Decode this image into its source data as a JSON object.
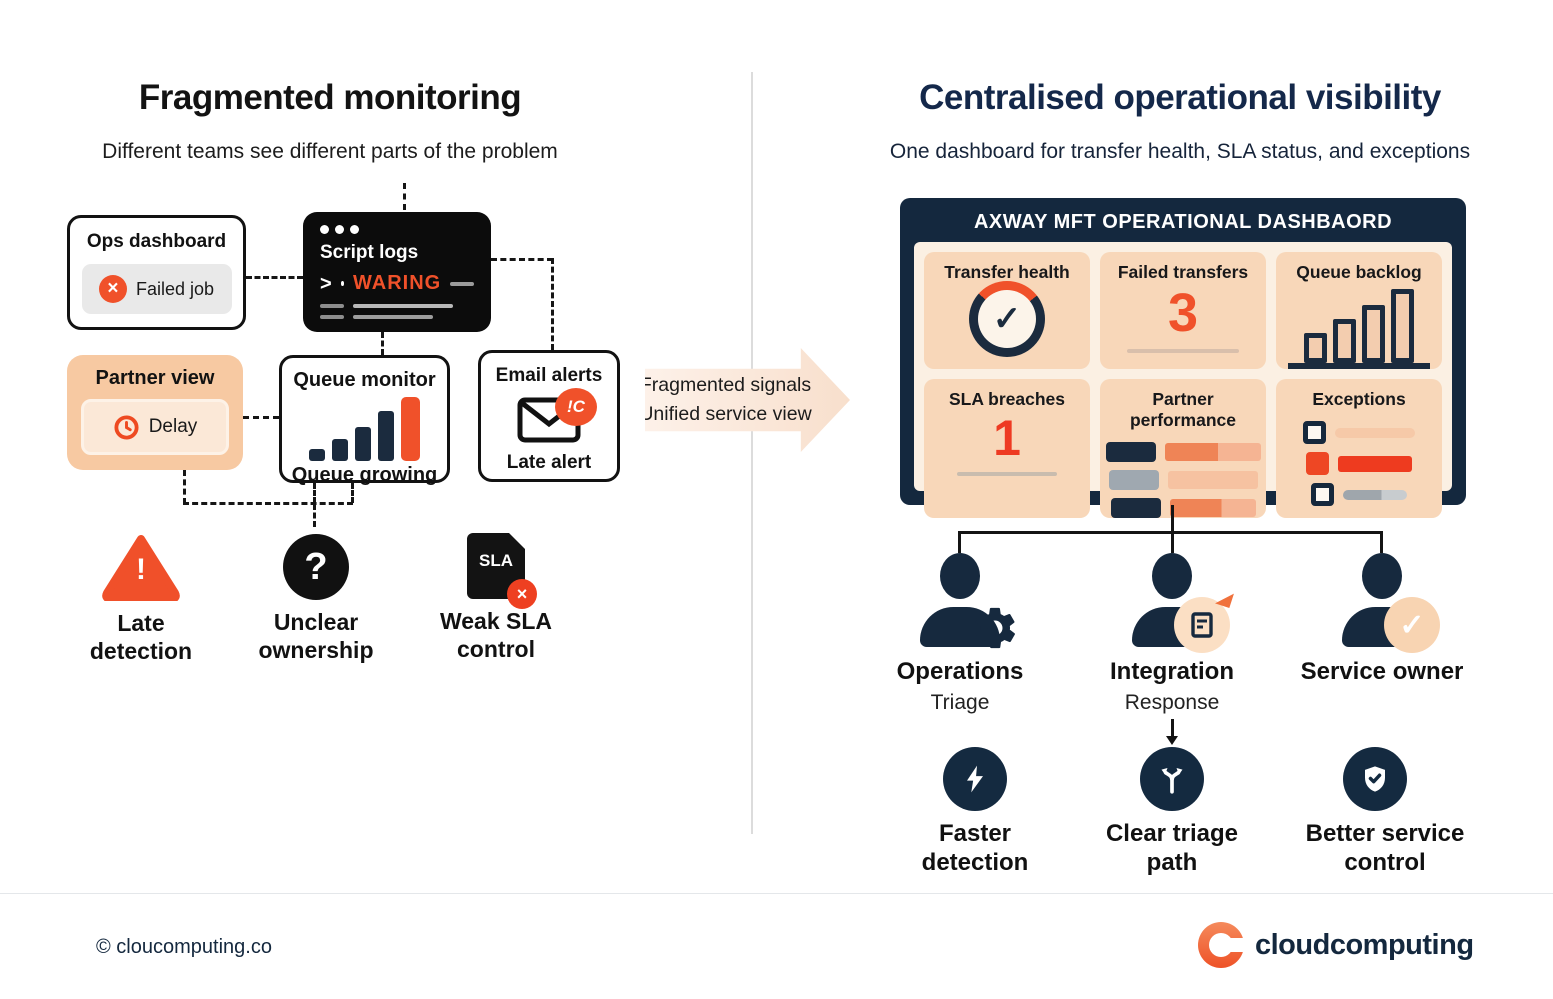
{
  "colors": {
    "accent_red": "#F0512A",
    "navy": "#16293E",
    "peach": "#F7C9A2",
    "tile_peach": "#F8D7B9",
    "panel_cream": "#FBF0E3",
    "title_navy": "#14284A"
  },
  "left": {
    "title": "Fragmented monitoring",
    "subtitle": "Different teams see different parts of the problem",
    "ops_dashboard": {
      "title": "Ops dashboard",
      "status": "Failed job",
      "status_icon": "×"
    },
    "script_logs": {
      "title": "Script logs",
      "prompt": ">",
      "warning": "WARING"
    },
    "partner_view": {
      "title": "Partner view",
      "status": "Delay"
    },
    "queue_monitor": {
      "title": "Queue monitor",
      "caption": "Queue growing"
    },
    "email_alerts": {
      "title": "Email alerts",
      "badge": "!C",
      "caption": "Late alert"
    },
    "issues": [
      {
        "icon": "warning-triangle-icon",
        "glyph": "!",
        "label": "Late detection"
      },
      {
        "icon": "question-icon",
        "glyph": "?",
        "label": "Unclear ownership"
      },
      {
        "icon": "sla-document-icon",
        "doc_text": "SLA",
        "badge_glyph": "×",
        "label": "Weak SLA control"
      }
    ]
  },
  "transition": {
    "line1": "Fragmented signals",
    "line2": "Unified service view"
  },
  "right": {
    "title": "Centralised operational visibility",
    "subtitle": "One dashboard for transfer health, SLA status, and exceptions",
    "dashboard": {
      "header": "AXWAY MFT OPERATIONAL DASHBAORD",
      "tiles": [
        {
          "label": "Transfer health",
          "icon": "health-check-icon",
          "glyph": "✓"
        },
        {
          "label": "Failed transfers",
          "value": "3"
        },
        {
          "label": "Queue backlog",
          "icon": "bar-chart-icon"
        },
        {
          "label": "SLA breaches",
          "value": "1"
        },
        {
          "label": "Partner performance",
          "icon": "partner-bars-icon"
        },
        {
          "label": "Exceptions",
          "icon": "exception-list-icon"
        }
      ]
    },
    "roles": [
      {
        "name": "Operations",
        "sub": "Triage",
        "icon": "gear-icon"
      },
      {
        "name": "Integration",
        "sub": "Response",
        "icon": "tool-badge-icon"
      },
      {
        "name": "Service owner",
        "sub": "",
        "icon": "check-badge-icon",
        "glyph": "✓"
      }
    ],
    "benefits": [
      {
        "label": "Faster detection",
        "icon": "lightning-icon"
      },
      {
        "label": "Clear triage path",
        "icon": "branch-icon"
      },
      {
        "label": "Better service control",
        "icon": "shield-check-icon"
      }
    ]
  },
  "footer": {
    "copyright": "© cloucomputing.co",
    "brand": "cloudcomputing"
  }
}
